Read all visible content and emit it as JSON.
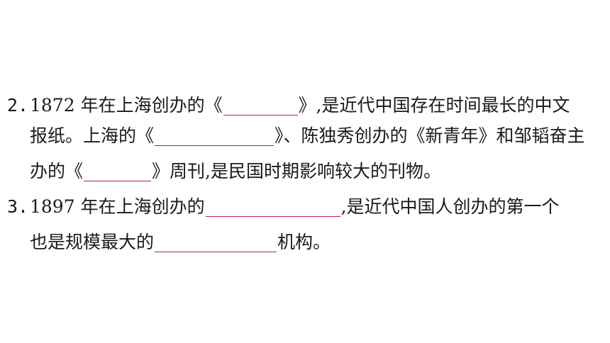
{
  "items": [
    {
      "number": "2.",
      "lines": [
        {
          "pre": "1872 年在上海创办的《",
          "post": "》,是近代中国存在时间最长的中文"
        },
        {
          "pre": "报纸。上海的《",
          "post": "》、陈独秀创办的《新青年》和邹韬奋主"
        },
        {
          "pre": "办的《",
          "post": "》周刊,是民国时期影响较大的刊物。"
        }
      ]
    },
    {
      "number": "3.",
      "lines": [
        {
          "pre": "1897 年在上海创办的",
          "post": ",是近代中国人创办的第一个"
        },
        {
          "pre": "也是规模最大的",
          "post": "机构。"
        }
      ]
    }
  ],
  "colors": {
    "text": "#1a1a1a",
    "blank_underline": "#c2185b",
    "background": "#ffffff"
  }
}
